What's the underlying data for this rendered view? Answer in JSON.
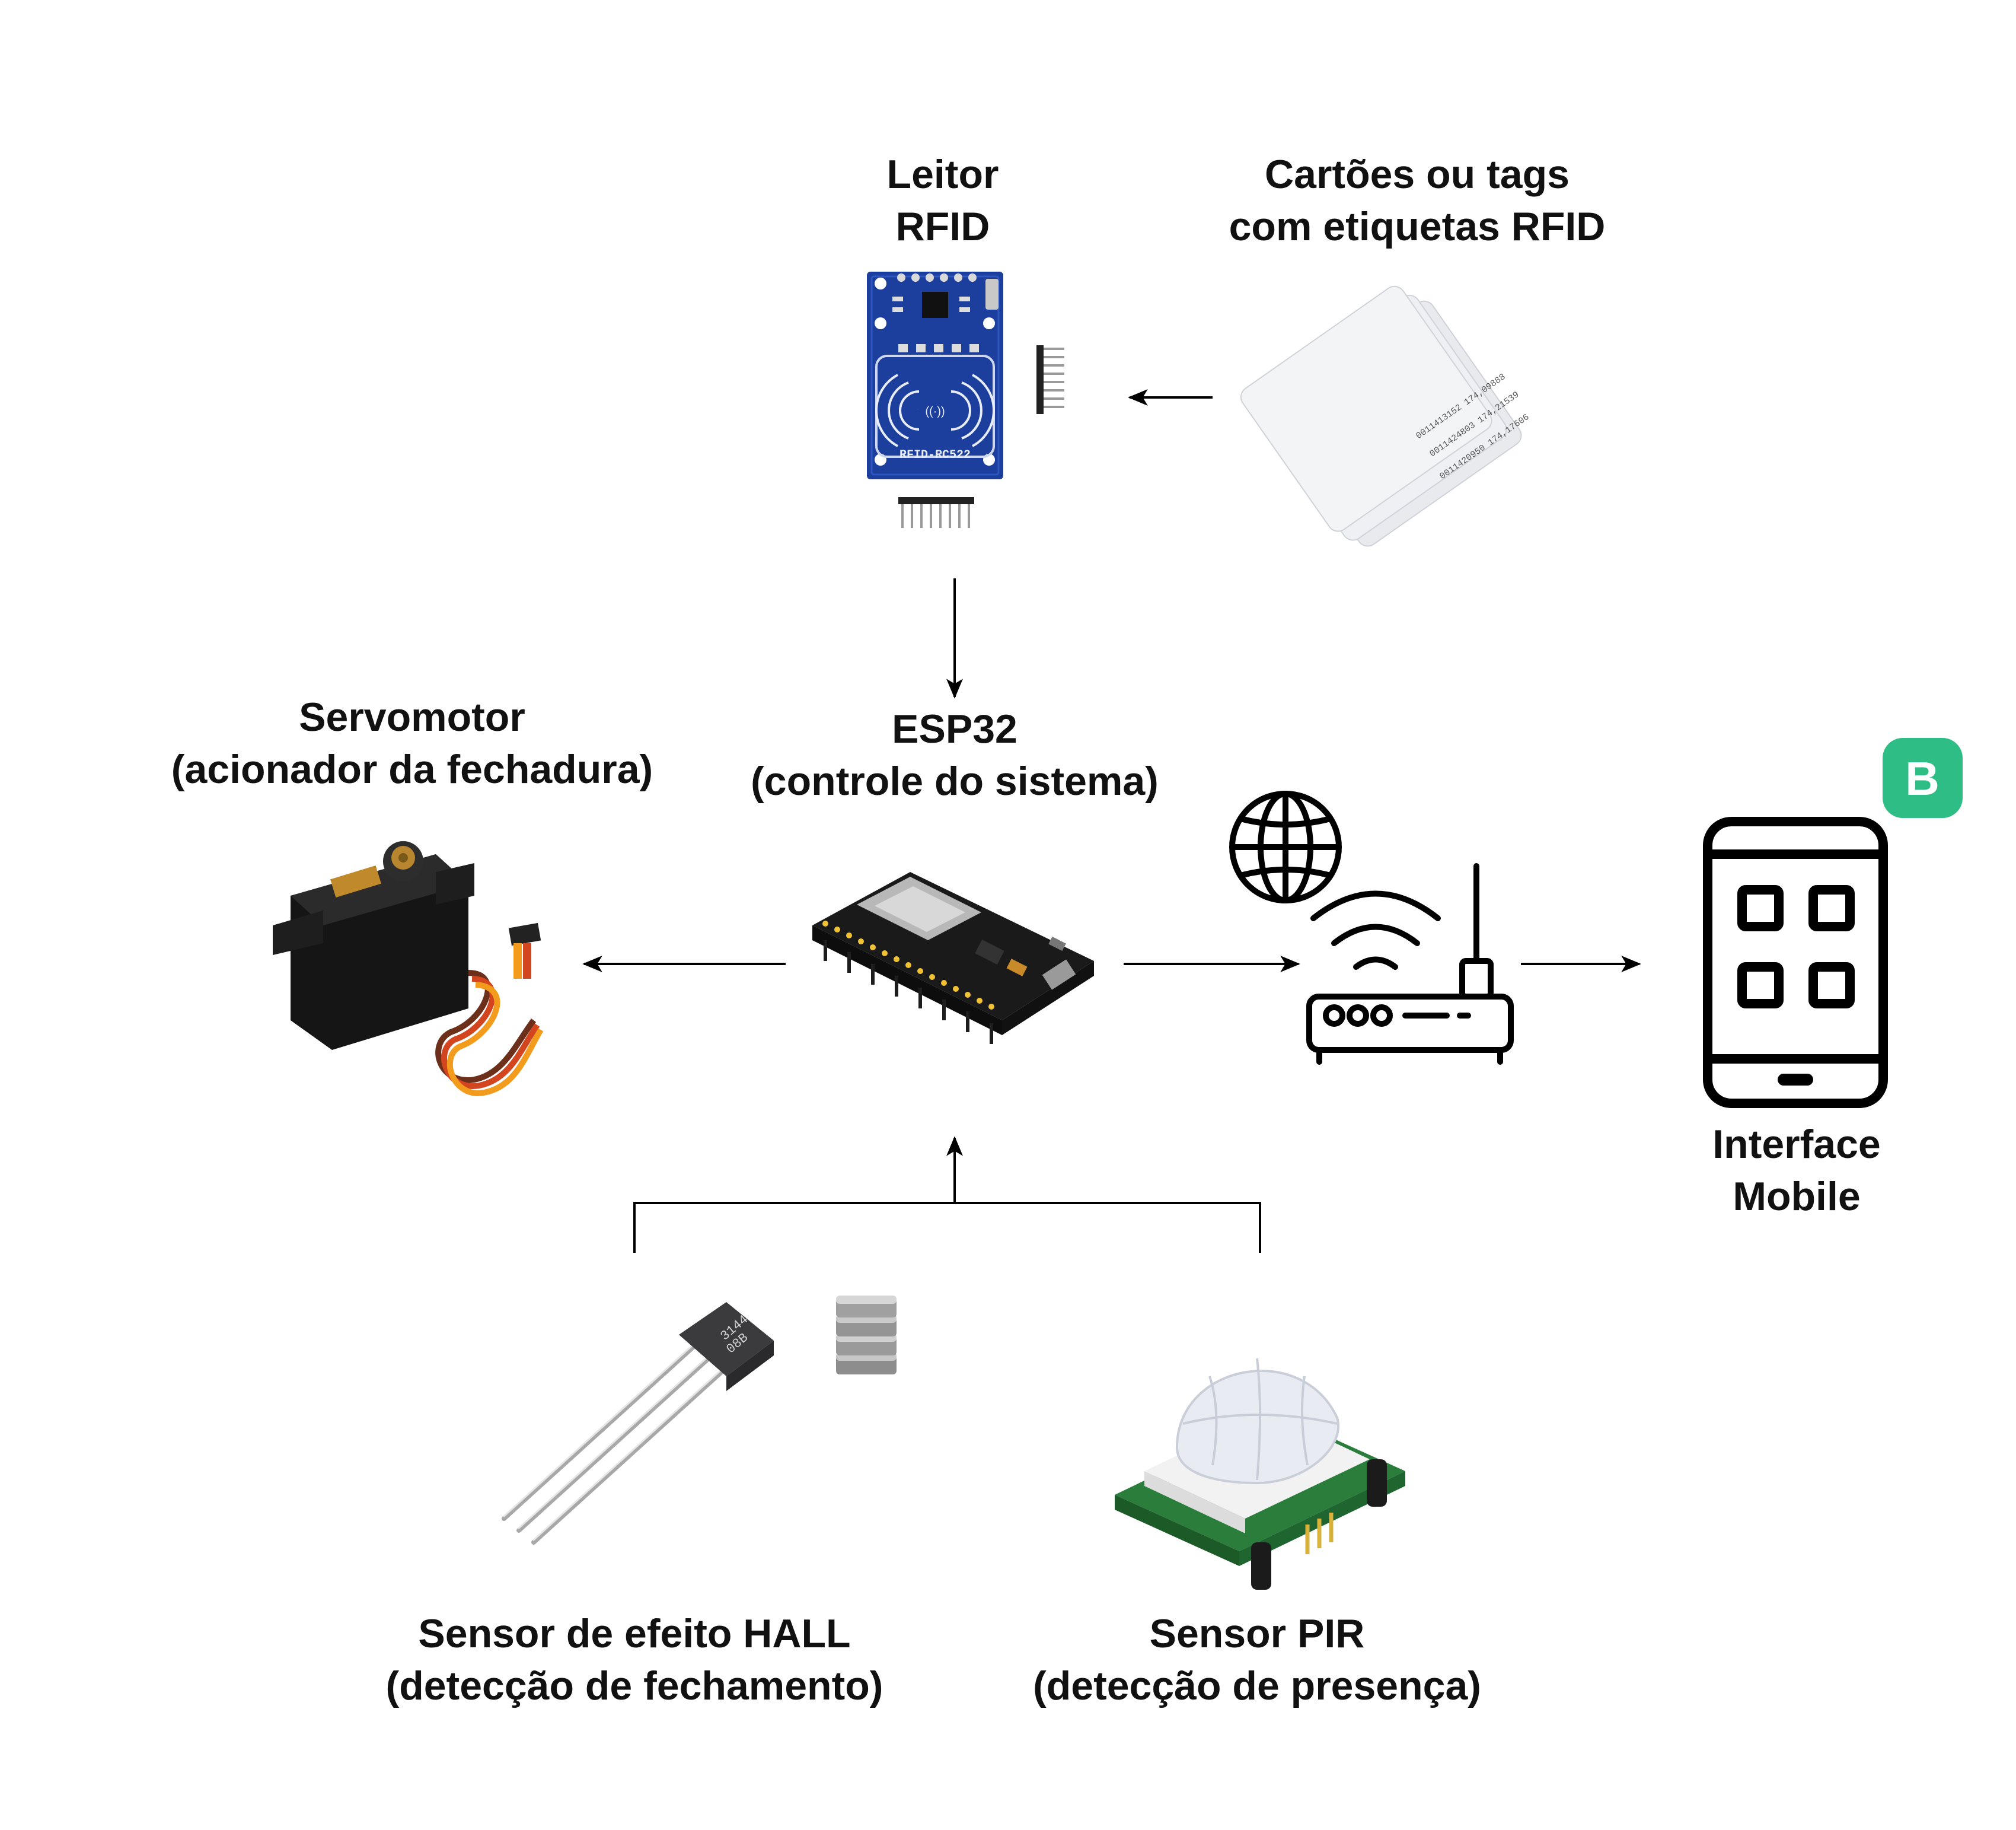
{
  "labels": {
    "rfid_reader": {
      "line1": "Leitor",
      "line2": "RFID"
    },
    "rfid_cards": {
      "line1": "Cartões ou tags",
      "line2": "com etiquetas RFID"
    },
    "servo": {
      "line1": "Servomotor",
      "line2": "(acionador da fechadura)"
    },
    "esp32": {
      "line1": "ESP32",
      "line2": "(controle do sistema)"
    },
    "mobile": {
      "line1": "Interface",
      "line2": "Mobile"
    },
    "hall": {
      "line1": "Sensor de efeito HALL",
      "line2": "(detecção de fechamento)"
    },
    "pir": {
      "line1": "Sensor PIR",
      "line2": "(detecção de presença)"
    }
  },
  "images": {
    "rfid_board_text": "RFID-RC522",
    "card_serials": [
      "0011413152 174,09888",
      "0011424803 174,21539",
      "0011420950 174,17606"
    ],
    "hall_chip_text": [
      "3144",
      "08B"
    ],
    "app_badge": "B"
  },
  "icons": {
    "globe": "globe-icon",
    "router": "wifi-router-icon",
    "phone": "smartphone-apps-icon",
    "badge": "blynk-badge-icon"
  },
  "colors": {
    "badge": "#2ebd85",
    "rfid_board": "#1c3f9e",
    "esp_board": "#1a1a1a",
    "servo_body": "#151515",
    "pir_board": "#2a7d3a"
  }
}
